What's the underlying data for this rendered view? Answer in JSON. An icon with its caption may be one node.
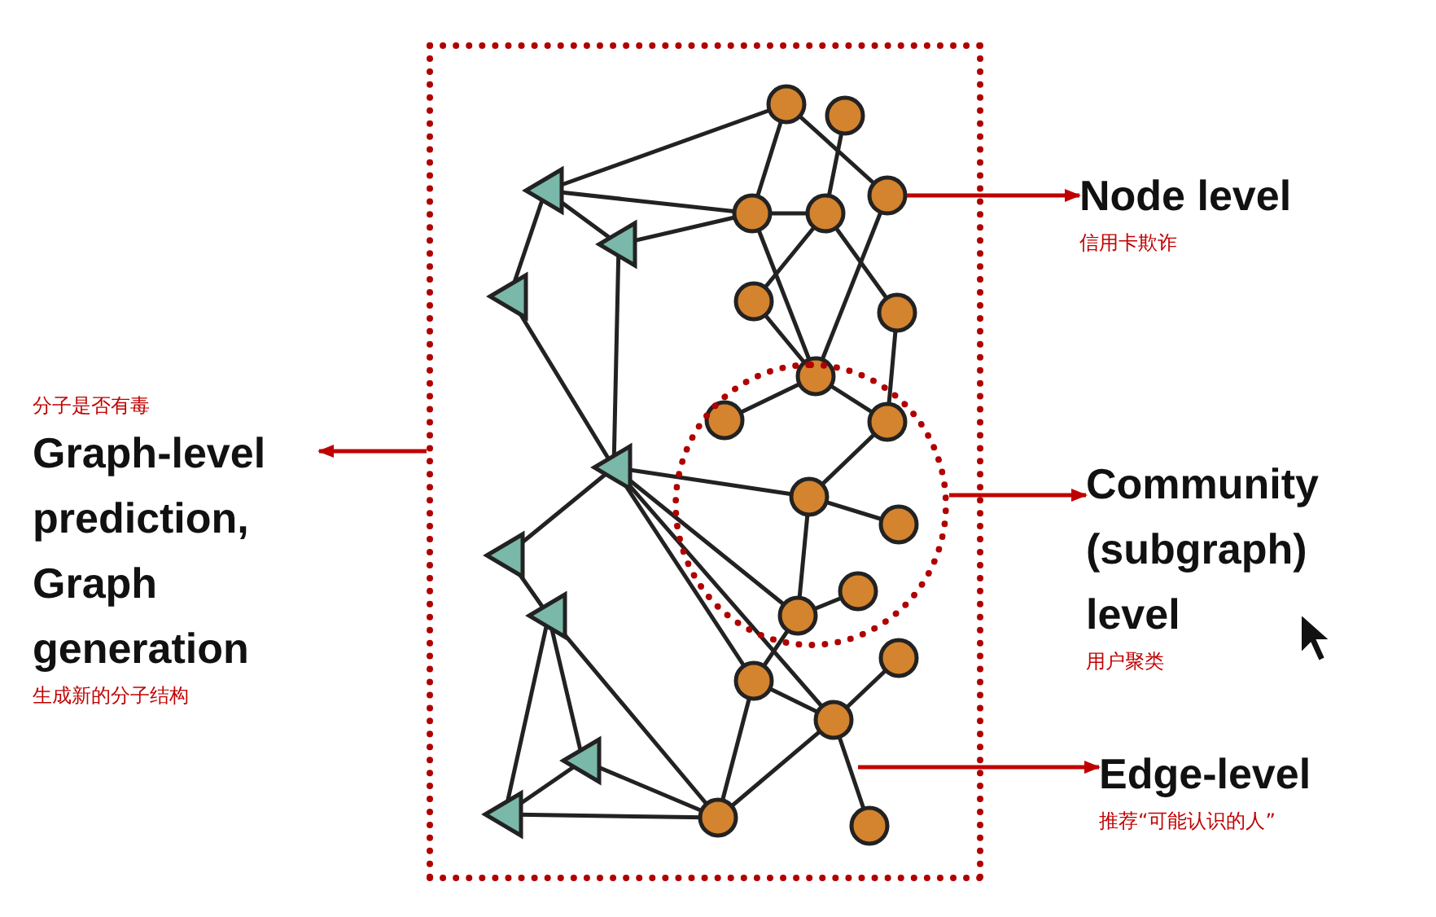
{
  "diagram": {
    "nodes": [
      {
        "text": [],
        "shape": "box"
      },
      {
        "text": [],
        "shape": "circle",
        "in": 0
      },
      {
        "text": [
          "Node level",
          "信用卡欺诈"
        ]
      },
      {
        "text": [
          "Community (subgraph) level",
          "用户聚类"
        ]
      },
      {
        "text": [
          "Edge-level",
          "推荐“可能认识的人”"
        ]
      },
      {
        "text": [
          "分子是否有毒",
          "Graph-level prediction, Graph generation",
          "生成新的分子结构"
        ]
      }
    ],
    "edges": [
      {
        "from": null,
        "to": 2,
        "arrow": "to"
      },
      {
        "from": 1,
        "to": 3,
        "arrow": "to"
      },
      {
        "from": null,
        "to": 4,
        "arrow": "to"
      },
      {
        "from": 0,
        "to": 5,
        "arrow": "to"
      }
    ]
  }
}
